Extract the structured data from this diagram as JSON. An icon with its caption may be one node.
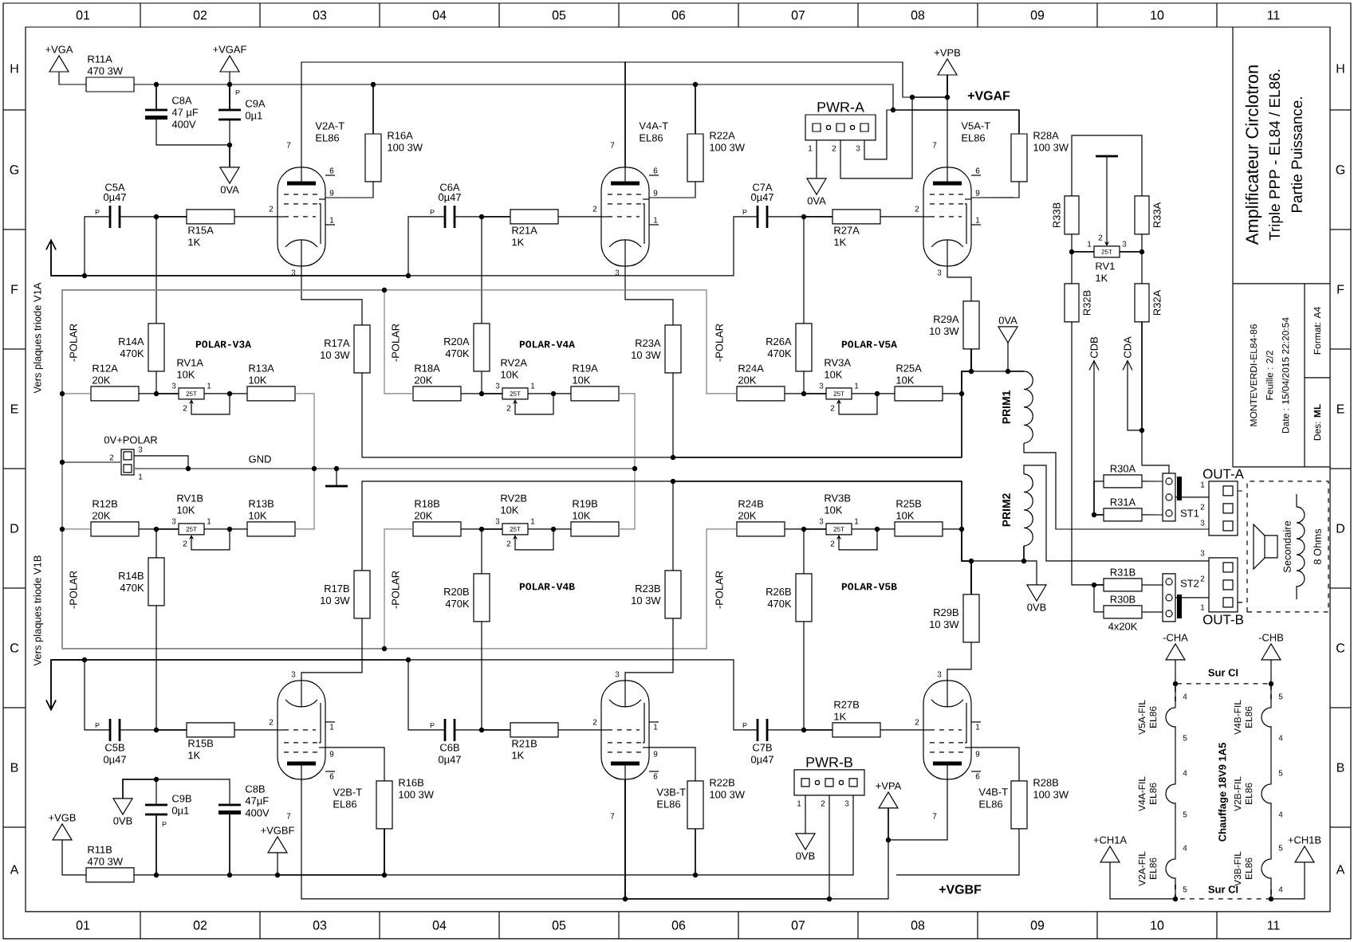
{
  "diagram": {
    "nodes": [
      {
        "text": [
          "+VGA"
        ]
      },
      {
        "text": [
          "R11A",
          "470 3W"
        ]
      },
      {
        "text": [
          "C8A",
          "47 µF",
          "400V"
        ]
      },
      {
        "text": [
          "P",
          "C9A",
          "0µ1"
        ]
      },
      {
        "text": [
          "+VGAF"
        ]
      },
      {
        "text": [
          "0VA"
        ]
      },
      {
        "text": [
          "V2A-T",
          "EL86",
          "7",
          "6",
          "9",
          "2",
          "1",
          "3"
        ]
      },
      {
        "text": [
          "R16A",
          "100 3W"
        ]
      },
      {
        "text": [
          "C5A",
          "0µ47",
          "P"
        ]
      },
      {
        "text": [
          "R15A",
          "1K"
        ]
      },
      {
        "text": [
          "C6A",
          "0µ47",
          "P"
        ]
      },
      {
        "text": [
          "R21A",
          "1K"
        ]
      },
      {
        "text": [
          "V4A-T",
          "EL86",
          "7",
          "6",
          "9",
          "2",
          "1",
          "3"
        ]
      },
      {
        "text": [
          "R22A",
          "100 3W"
        ]
      },
      {
        "text": [
          "C7A",
          "0µ47",
          "P"
        ]
      },
      {
        "text": [
          "R27A",
          "1K"
        ]
      },
      {
        "text": [
          "V5A-T",
          "EL86",
          "7",
          "6",
          "9",
          "2",
          "1",
          "3"
        ]
      },
      {
        "text": [
          "R28A",
          "100 3W"
        ]
      },
      {
        "text": [
          "PWR-A",
          "1",
          "2",
          "3"
        ]
      },
      {
        "text": [
          "0VA"
        ]
      },
      {
        "text": [
          "+VPB"
        ]
      },
      {
        "text": [
          "R14A",
          "470K"
        ]
      },
      {
        "text": [
          "R12A",
          "20K"
        ]
      },
      {
        "text": [
          "RV1A",
          "10K",
          "3",
          "1",
          "25T",
          "2"
        ]
      },
      {
        "text": [
          "R13A",
          "10K"
        ]
      },
      {
        "text": [
          "R17A",
          "10 3W"
        ]
      },
      {
        "text": [
          "R20A",
          "470K"
        ]
      },
      {
        "text": [
          "R18A",
          "20K"
        ]
      },
      {
        "text": [
          "RV2A",
          "10K",
          "3",
          "1",
          "25T",
          "2"
        ]
      },
      {
        "text": [
          "R19A",
          "10K"
        ]
      },
      {
        "text": [
          "R23A",
          "10 3W"
        ]
      },
      {
        "text": [
          "R26A",
          "470K"
        ]
      },
      {
        "text": [
          "R24A",
          "20K"
        ]
      },
      {
        "text": [
          "RV3A",
          "10K",
          "3",
          "1",
          "25T",
          "2"
        ]
      },
      {
        "text": [
          "R25A",
          "10K"
        ]
      },
      {
        "text": [
          "R29A",
          "10 3W"
        ]
      },
      {
        "text": [
          "0VA"
        ]
      },
      {
        "text": [
          "PRIM1"
        ]
      },
      {
        "text": [
          "0V+POLAR",
          "3",
          "2",
          "1"
        ]
      },
      {
        "text": [
          "R33B"
        ]
      },
      {
        "text": [
          "R33A"
        ]
      },
      {
        "text": [
          "2",
          "1",
          "3",
          "25T",
          "RV1",
          "1K"
        ]
      },
      {
        "text": [
          "R32B"
        ]
      },
      {
        "text": [
          "R32A"
        ]
      },
      {
        "text": [
          "CDB"
        ]
      },
      {
        "text": [
          "CDA"
        ]
      },
      {
        "text": [
          "R30A"
        ]
      },
      {
        "text": [
          "R31A"
        ]
      },
      {
        "text": [
          "ST1"
        ]
      },
      {
        "text": [
          "OUT-A",
          "1",
          "2",
          "3"
        ]
      },
      {
        "text": [
          "Secondaire",
          "8 Ohms"
        ]
      },
      {
        "text": [
          "R12B",
          "20K"
        ]
      },
      {
        "text": [
          "RV1B",
          "10K",
          "3",
          "1",
          "25T",
          "2"
        ]
      },
      {
        "text": [
          "R13B",
          "10K"
        ]
      },
      {
        "text": [
          "R14B",
          "470K"
        ]
      },
      {
        "text": [
          "R17B",
          "10 3W"
        ]
      },
      {
        "text": [
          "R18B",
          "20K"
        ]
      },
      {
        "text": [
          "R20B",
          "470K"
        ]
      },
      {
        "text": [
          "RV2B",
          "10K",
          "3",
          "1",
          "25T",
          "2"
        ]
      },
      {
        "text": [
          "R19B",
          "10K"
        ]
      },
      {
        "text": [
          "R23B",
          "10 3W"
        ]
      },
      {
        "text": [
          "R24B",
          "20K"
        ]
      },
      {
        "text": [
          "RV3B",
          "10K",
          "3",
          "1",
          "25T",
          "2"
        ]
      },
      {
        "text": [
          "R25B",
          "10K"
        ]
      },
      {
        "text": [
          "R26B",
          "470K"
        ]
      },
      {
        "text": [
          "R29B",
          "10 3W"
        ]
      },
      {
        "text": [
          "PRIM2"
        ]
      },
      {
        "text": [
          "0VB"
        ]
      },
      {
        "text": [
          "R31B"
        ]
      },
      {
        "text": [
          "R30B"
        ],
        "beside": [
          "4x20K"
        ]
      },
      {
        "text": [
          "ST2"
        ]
      },
      {
        "text": [
          "3",
          "2",
          "1",
          "OUT-B"
        ]
      },
      {
        "text": [
          "P",
          "C5B",
          "0µ47"
        ]
      },
      {
        "text": [
          "R15B",
          "1K"
        ]
      },
      {
        "text": [
          "3",
          "2",
          "1",
          "9",
          "6",
          "V2B-T",
          "EL86",
          "7"
        ]
      },
      {
        "text": [
          "R16B",
          "100 3W"
        ]
      },
      {
        "text": [
          "P",
          "C6B",
          "0µ47"
        ]
      },
      {
        "text": [
          "R21B",
          "1K"
        ]
      },
      {
        "text": [
          "3",
          "2",
          "1",
          "9",
          "6",
          "V3B-T",
          "EL86",
          "7"
        ]
      },
      {
        "text": [
          "R22B",
          "100 3W"
        ]
      },
      {
        "text": [
          "P",
          "C7B",
          "0µ47"
        ]
      },
      {
        "text": [
          "R27B",
          "1K"
        ]
      },
      {
        "text": [
          "3",
          "2",
          "1",
          "9",
          "6",
          "V4B-T",
          "EL86",
          "7"
        ]
      },
      {
        "text": [
          "R28B",
          "100 3W"
        ]
      },
      {
        "text": [
          "PWR-B",
          "1",
          "2",
          "3"
        ]
      },
      {
        "text": [
          "0VB"
        ]
      },
      {
        "text": [
          "+VPA"
        ]
      },
      {
        "text": [
          "C9B",
          "0µ1",
          "P"
        ]
      },
      {
        "text": [
          "C8B",
          "47µF",
          "400V"
        ]
      },
      {
        "text": [
          "0VB"
        ]
      },
      {
        "text": [
          "+VGB"
        ]
      },
      {
        "text": [
          "R11B",
          "470 3W"
        ]
      },
      {
        "text": [
          "+VGBF"
        ]
      },
      {
        "text": [
          "-CHA"
        ]
      },
      {
        "text": [
          "-CHB"
        ]
      },
      {
        "text": [
          "+CH1A"
        ]
      },
      {
        "text": [
          "+CH1B"
        ]
      },
      {
        "text": [
          "4",
          "V5A-FIL",
          "EL86",
          "5"
        ]
      },
      {
        "text": [
          "4",
          "V4A-FIL",
          "EL86",
          "5"
        ]
      },
      {
        "text": [
          "4",
          "V2A-FIL",
          "EL86",
          "5"
        ]
      },
      {
        "text": [
          "5",
          "V4B-FIL",
          "EL86",
          "4"
        ]
      },
      {
        "text": [
          "5",
          "V2B-FIL",
          "EL86",
          "4"
        ]
      },
      {
        "text": [
          "5",
          "V3B-FIL",
          "EL86",
          "4"
        ]
      }
    ],
    "edges": [
      {
        "from": 0,
        "to": 1,
        "arrow": "none"
      },
      {
        "from": 1,
        "to": 2,
        "arrow": "none"
      },
      {
        "from": 2,
        "to": 3,
        "arrow": "none"
      },
      {
        "from": 4,
        "to": 3,
        "arrow": "none"
      },
      {
        "from": 2,
        "to": 5,
        "arrow": "none"
      },
      {
        "from": 3,
        "to": 5,
        "arrow": "none"
      },
      {
        "from": 3,
        "to": 7,
        "arrow": "none"
      },
      {
        "from": 7,
        "to": 13,
        "arrow": "none"
      },
      {
        "from": 13,
        "to": 17,
        "arrow": "none",
        "label": "+VGAF"
      },
      {
        "from": 18,
        "to": 17,
        "arrow": "none"
      },
      {
        "from": 18,
        "to": 19,
        "arrow": "none"
      },
      {
        "from": 18,
        "to": 20,
        "arrow": "none"
      },
      {
        "from": 6,
        "to": 12,
        "arrow": "none"
      },
      {
        "from": 12,
        "to": 20,
        "arrow": "none"
      },
      {
        "from": 20,
        "to": 16,
        "arrow": "none"
      },
      {
        "from": 6,
        "to": 7,
        "arrow": "none"
      },
      {
        "from": 12,
        "to": 13,
        "arrow": "none"
      },
      {
        "from": 16,
        "to": 17,
        "arrow": "none"
      },
      {
        "from": 8,
        "to": null,
        "arrow": "to"
      },
      {
        "from": 10,
        "to": null,
        "arrow": "to"
      },
      {
        "from": 14,
        "to": null,
        "arrow": "to"
      },
      {
        "from": 8,
        "to": 9,
        "arrow": "none"
      },
      {
        "from": 9,
        "to": 6,
        "arrow": "none"
      },
      {
        "from": 21,
        "to": 9,
        "arrow": "none"
      },
      {
        "from": 10,
        "to": 11,
        "arrow": "none"
      },
      {
        "from": 11,
        "to": 12,
        "arrow": "none"
      },
      {
        "from": 26,
        "to": 11,
        "arrow": "none"
      },
      {
        "from": 14,
        "to": 15,
        "arrow": "none"
      },
      {
        "from": 15,
        "to": 16,
        "arrow": "none"
      },
      {
        "from": 31,
        "to": 15,
        "arrow": "none"
      },
      {
        "from": 22,
        "to": 23,
        "arrow": "none"
      },
      {
        "from": 21,
        "to": 23,
        "arrow": "none"
      },
      {
        "from": 23,
        "to": 24,
        "arrow": "none"
      },
      {
        "from": 27,
        "to": 28,
        "arrow": "none"
      },
      {
        "from": 26,
        "to": 28,
        "arrow": "none"
      },
      {
        "from": 28,
        "to": 29,
        "arrow": "none"
      },
      {
        "from": 32,
        "to": 33,
        "arrow": "none"
      },
      {
        "from": 31,
        "to": 33,
        "arrow": "none"
      },
      {
        "from": 33,
        "to": 34,
        "arrow": "none"
      },
      {
        "from": 6,
        "to": 25,
        "arrow": "none"
      },
      {
        "from": 12,
        "to": 30,
        "arrow": "none"
      },
      {
        "from": 16,
        "to": 35,
        "arrow": "none"
      },
      {
        "from": 25,
        "to": 35,
        "arrow": "none"
      },
      {
        "from": 30,
        "to": 35,
        "arrow": "none"
      },
      {
        "from": 34,
        "to": 35,
        "arrow": "none"
      },
      {
        "from": 35,
        "to": 37,
        "arrow": "none"
      },
      {
        "from": 36,
        "to": 37,
        "arrow": "none"
      },
      {
        "from": 38,
        "to": 22,
        "arrow": "none",
        "color": "#7f7f7f"
      },
      {
        "from": 38,
        "to": 27,
        "arrow": "none",
        "color": "#7f7f7f"
      },
      {
        "from": 38,
        "to": 32,
        "arrow": "none",
        "color": "#7f7f7f"
      },
      {
        "from": 38,
        "to": 51,
        "arrow": "none",
        "color": "#7f7f7f"
      },
      {
        "from": 38,
        "to": 56,
        "arrow": "none",
        "color": "#7f7f7f"
      },
      {
        "from": 38,
        "to": 61,
        "arrow": "none",
        "color": "#7f7f7f"
      },
      {
        "from": 24,
        "to": 38,
        "arrow": "none",
        "color": "#7f7f7f"
      },
      {
        "from": 29,
        "to": 38,
        "arrow": "none",
        "color": "#7f7f7f"
      },
      {
        "from": 53,
        "to": 38,
        "arrow": "none",
        "color": "#7f7f7f"
      },
      {
        "from": 59,
        "to": 38,
        "arrow": "none",
        "color": "#7f7f7f"
      },
      {
        "from": 39,
        "to": 40,
        "arrow": "none"
      },
      {
        "from": 39,
        "to": 41,
        "arrow": "none"
      },
      {
        "from": 42,
        "to": 41,
        "arrow": "none"
      },
      {
        "from": 41,
        "to": 40,
        "arrow": "none"
      },
      {
        "from": 43,
        "to": 41,
        "arrow": "none"
      },
      {
        "from": 42,
        "to": 68,
        "arrow": "none"
      },
      {
        "from": 69,
        "to": 68,
        "arrow": "none"
      },
      {
        "from": 46,
        "to": 47,
        "arrow": "none"
      },
      {
        "from": 47,
        "to": 44,
        "arrow": "to"
      },
      {
        "from": 43,
        "to": 45,
        "arrow": "to"
      },
      {
        "from": 43,
        "to": 48,
        "arrow": "none"
      },
      {
        "from": 46,
        "to": 48,
        "arrow": "none"
      },
      {
        "from": 47,
        "to": 48,
        "arrow": "none"
      },
      {
        "from": 48,
        "to": 49,
        "arrow": "none"
      },
      {
        "from": 37,
        "to": 49,
        "arrow": "none"
      },
      {
        "from": 49,
        "to": 50,
        "arrow": "none",
        "style": "dashed"
      },
      {
        "from": 71,
        "to": 50,
        "arrow": "none",
        "style": "dashed"
      },
      {
        "from": 66,
        "to": 71,
        "arrow": "none"
      },
      {
        "from": 68,
        "to": 70,
        "arrow": "none"
      },
      {
        "from": 69,
        "to": 70,
        "arrow": "none"
      },
      {
        "from": 70,
        "to": 71,
        "arrow": "none"
      },
      {
        "from": 66,
        "to": 65,
        "arrow": "none"
      },
      {
        "from": 66,
        "to": 67,
        "arrow": "none"
      },
      {
        "from": 51,
        "to": 52,
        "arrow": "none"
      },
      {
        "from": 54,
        "to": 52,
        "arrow": "none"
      },
      {
        "from": 52,
        "to": 53,
        "arrow": "none"
      },
      {
        "from": 56,
        "to": 58,
        "arrow": "none"
      },
      {
        "from": 57,
        "to": 58,
        "arrow": "none"
      },
      {
        "from": 58,
        "to": 59,
        "arrow": "none"
      },
      {
        "from": 61,
        "to": 62,
        "arrow": "none"
      },
      {
        "from": 64,
        "to": 62,
        "arrow": "none"
      },
      {
        "from": 62,
        "to": 63,
        "arrow": "none"
      },
      {
        "from": 72,
        "to": 73,
        "arrow": "none"
      },
      {
        "from": 73,
        "to": 74,
        "arrow": "none"
      },
      {
        "from": 54,
        "to": 73,
        "arrow": "none"
      },
      {
        "from": 76,
        "to": 77,
        "arrow": "none"
      },
      {
        "from": 77,
        "to": 78,
        "arrow": "none"
      },
      {
        "from": 57,
        "to": 77,
        "arrow": "none"
      },
      {
        "from": 80,
        "to": 81,
        "arrow": "none"
      },
      {
        "from": 81,
        "to": 82,
        "arrow": "none"
      },
      {
        "from": 64,
        "to": 81,
        "arrow": "none"
      },
      {
        "from": 72,
        "to": null,
        "arrow": "to"
      },
      {
        "from": 76,
        "to": null,
        "arrow": "to"
      },
      {
        "from": 80,
        "to": null,
        "arrow": "to"
      },
      {
        "from": 74,
        "to": 55,
        "arrow": "none"
      },
      {
        "from": 78,
        "to": 60,
        "arrow": "none"
      },
      {
        "from": 82,
        "to": 65,
        "arrow": "none"
      },
      {
        "from": 55,
        "to": 65,
        "arrow": "none"
      },
      {
        "from": 60,
        "to": 65,
        "arrow": "none"
      },
      {
        "from": 63,
        "to": 65,
        "arrow": "none"
      },
      {
        "from": 74,
        "to": 75,
        "arrow": "none"
      },
      {
        "from": 78,
        "to": 79,
        "arrow": "none"
      },
      {
        "from": 82,
        "to": 83,
        "arrow": "none"
      },
      {
        "from": 74,
        "to": 78,
        "arrow": "none"
      },
      {
        "from": 78,
        "to": 86,
        "arrow": "none"
      },
      {
        "from": 84,
        "to": 78,
        "arrow": "none"
      },
      {
        "from": 86,
        "to": 82,
        "arrow": "none"
      },
      {
        "from": 84,
        "to": 85,
        "arrow": "none"
      },
      {
        "from": 84,
        "to": 79,
        "arrow": "none"
      },
      {
        "from": 90,
        "to": 91,
        "arrow": "none"
      },
      {
        "from": 91,
        "to": 87,
        "arrow": "none"
      },
      {
        "from": 87,
        "to": 88,
        "arrow": "none"
      },
      {
        "from": 87,
        "to": 89,
        "arrow": "none"
      },
      {
        "from": 88,
        "to": 89,
        "arrow": "none"
      },
      {
        "from": 92,
        "to": 75,
        "arrow": "none"
      },
      {
        "from": 88,
        "to": 75,
        "arrow": "none"
      },
      {
        "from": 75,
        "to": 79,
        "arrow": "none"
      },
      {
        "from": 83,
        "to": null,
        "arrow": "none",
        "label": "+VGBF"
      },
      {
        "from": 93,
        "to": 97,
        "arrow": "none"
      },
      {
        "from": 97,
        "to": 98,
        "arrow": "none"
      },
      {
        "from": 98,
        "to": 99,
        "arrow": "none"
      },
      {
        "from": 95,
        "to": 99,
        "arrow": "none"
      },
      {
        "from": 94,
        "to": 100,
        "arrow": "none"
      },
      {
        "from": 100,
        "to": 101,
        "arrow": "none"
      },
      {
        "from": 101,
        "to": 102,
        "arrow": "none"
      },
      {
        "from": 96,
        "to": 102,
        "arrow": "none"
      },
      {
        "from": 97,
        "to": 100,
        "arrow": "none",
        "style": "dashed"
      },
      {
        "from": 99,
        "to": 102,
        "arrow": "none",
        "style": "dashed"
      }
    ],
    "labels": [
      "01",
      "02",
      "03",
      "04",
      "05",
      "06",
      "07",
      "08",
      "09",
      "10",
      "11",
      "H",
      "H",
      "G",
      "Amplificateur Circlotron",
      "Triple PPP - EL84 / EL86.",
      "Partie Puissance.",
      "G",
      "F",
      "F",
      "Vers plaques triode V1A",
      "-POLAR",
      "POLAR-V3A",
      "-POLAR",
      "POLAR-V4A",
      "-POLAR",
      "POLAR-V5A",
      "Format: A4",
      "E",
      "MONTEVERDI-EL84-86",
      "Feuille : 2/2",
      "Date : 15/04/2015 22:20:54",
      "Des: **ML**",
      "E",
      "GND",
      "D",
      "D",
      "Vers plaques triode V1B",
      "-POLAR",
      "-POLAR",
      "POLAR-V4B",
      "-POLAR",
      "POLAR-V5B",
      "C",
      "Sur CI",
      "C",
      "B",
      "Chauffage 18V9 1A5",
      "B",
      "A",
      "Sur CI",
      "A",
      "01",
      "02",
      "03",
      "04",
      "05",
      "06",
      "07",
      "08",
      "09",
      "10",
      "11"
    ]
  }
}
